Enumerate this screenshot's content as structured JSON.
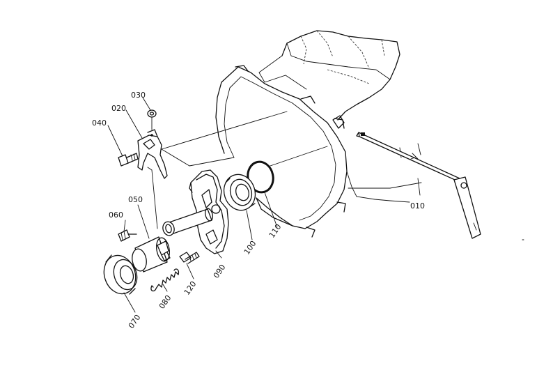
{
  "parts": [
    {
      "id": "p010",
      "label": "010"
    },
    {
      "id": "p020",
      "label": "020"
    },
    {
      "id": "p030",
      "label": "030"
    },
    {
      "id": "p040",
      "label": "040"
    },
    {
      "id": "p050",
      "label": "050"
    },
    {
      "id": "p060",
      "label": "060"
    },
    {
      "id": "p070",
      "label": "070"
    },
    {
      "id": "p080",
      "label": "080"
    },
    {
      "id": "p090",
      "label": "090"
    },
    {
      "id": "p100",
      "label": "100"
    },
    {
      "id": "p110",
      "label": "110"
    },
    {
      "id": "p120",
      "label": "120"
    }
  ]
}
